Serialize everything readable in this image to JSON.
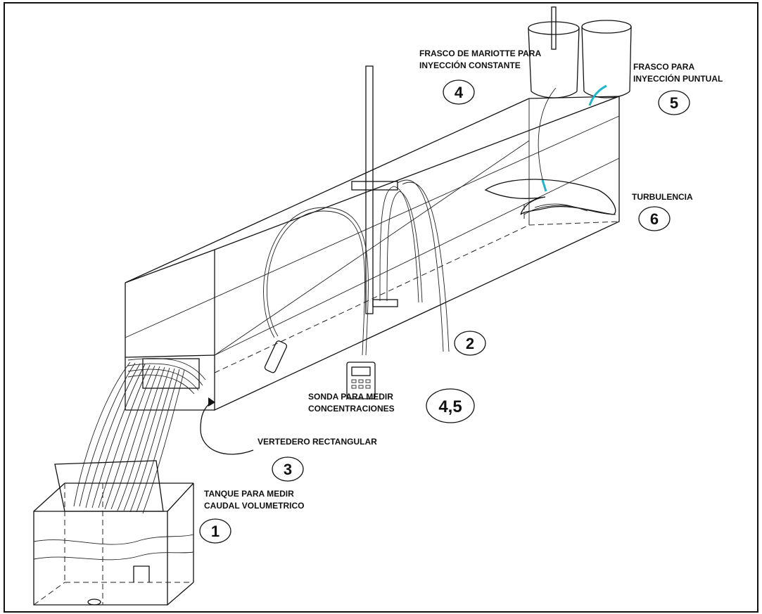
{
  "labels": {
    "frasco_mariotte_line1": "FRASCO DE MARIOTTE PARA",
    "frasco_mariotte_line2": "INYECCIÓN CONSTANTE",
    "frasco_puntual_line1": "FRASCO PARA",
    "frasco_puntual_line2": "INYECCIÓN PUNTUAL",
    "turbulencia": "TURBULENCIA",
    "sonda_line1": "SONDA PARA MEDIR",
    "sonda_line2": "CONCENTRACIONES",
    "vertedero": "VERTEDERO RECTANGULAR",
    "tanque_line1": "TANQUE PARA MEDIR",
    "tanque_line2": "CAUDAL VOLUMETRICO"
  },
  "markers": {
    "m1": "1",
    "m2": "2",
    "m3": "3",
    "m4": "4",
    "m45": "4,5",
    "m5": "5",
    "m6": "6"
  },
  "colors": {
    "tube_tint": "#1fb6c9"
  }
}
